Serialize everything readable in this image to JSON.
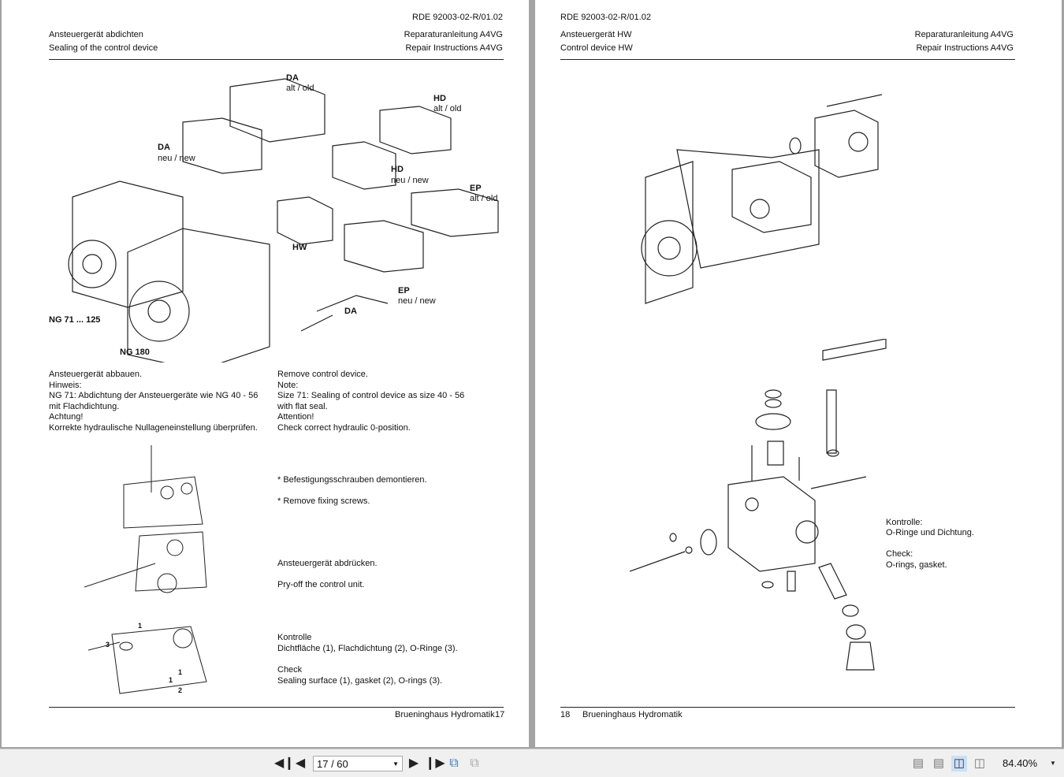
{
  "left_page": {
    "doc_id": "RDE 92003-02-R/01.02",
    "title_de": "Ansteuergerät abdichten",
    "title_en": "Sealing of the control device",
    "manual_de": "Reparaturanleitung A4VG",
    "manual_en": "Repair Instructions A4VG",
    "figure_labels": {
      "da_old": "DA",
      "da_old_sub": "alt / old",
      "hd_old": "HD",
      "hd_old_sub": "alt / old",
      "da_new": "DA",
      "da_new_sub": "neu / new",
      "hd_new": "HD",
      "hd_new_sub": "neu / new",
      "ep_old": "EP",
      "ep_old_sub": "alt / old",
      "hw": "HW",
      "ep_new": "EP",
      "ep_new_sub": "neu / new",
      "da_bottom": "DA",
      "ng71": "NG 71 ... 125",
      "ng180": "NG 180"
    },
    "text_de": [
      "Ansteuergerät abbauen.",
      "Hinweis:",
      "NG 71: Abdichtung der Ansteuergeräte wie NG 40 - 56",
      "mit Flachdichtung.",
      "Achtung!",
      "Korrekte hydraulische Nullageneinstellung überprüfen."
    ],
    "text_en": [
      "Remove control device.",
      "Note:",
      "Size 71: Sealing of control device as size 40 - 56",
      "with flat seal.",
      "Attention!",
      "Check correct hydraulic 0-position."
    ],
    "step1_de": "* Befestigungsschrauben demontieren.",
    "step1_en": "*  Remove fixing screws.",
    "step2_de": "Ansteuergerät abdrücken.",
    "step2_en": "Pry-off the control unit.",
    "step3_de_title": "Kontrolle",
    "step3_de": "Dichtfläche (1), Flachdichtung (2), O-Ringe (3).",
    "step3_en_title": "Check",
    "step3_en": "Sealing surface (1), gasket (2), O-rings (3).",
    "callouts": {
      "c1": "1",
      "c2": "2",
      "c3": "3",
      "c1b": "1",
      "c1c": "1"
    },
    "footer_company": "Brueninghaus Hydromatik",
    "page_number": "17"
  },
  "right_page": {
    "doc_id": "RDE 92003-02-R/01.02",
    "title_de": "Ansteuergerät HW",
    "title_en": "Control device HW",
    "manual_de": "Reparaturanleitung A4VG",
    "manual_en": "Repair Instructions A4VG",
    "check_de_title": "Kontrolle:",
    "check_de": "O-Ringe und Dichtung.",
    "check_en_title": "Check:",
    "check_en": "O-rings, gasket.",
    "page_number": "18",
    "footer_company": "Brueninghaus Hydromatik"
  },
  "toolbar": {
    "first_page_icon": "first-page-icon",
    "prev_page_icon": "prev-page-icon",
    "page_field": "17 / 60",
    "next_page_icon": "next-page-icon",
    "last_page_icon": "last-page-icon",
    "zoom": "84.40%",
    "selected_view": "two-page"
  }
}
